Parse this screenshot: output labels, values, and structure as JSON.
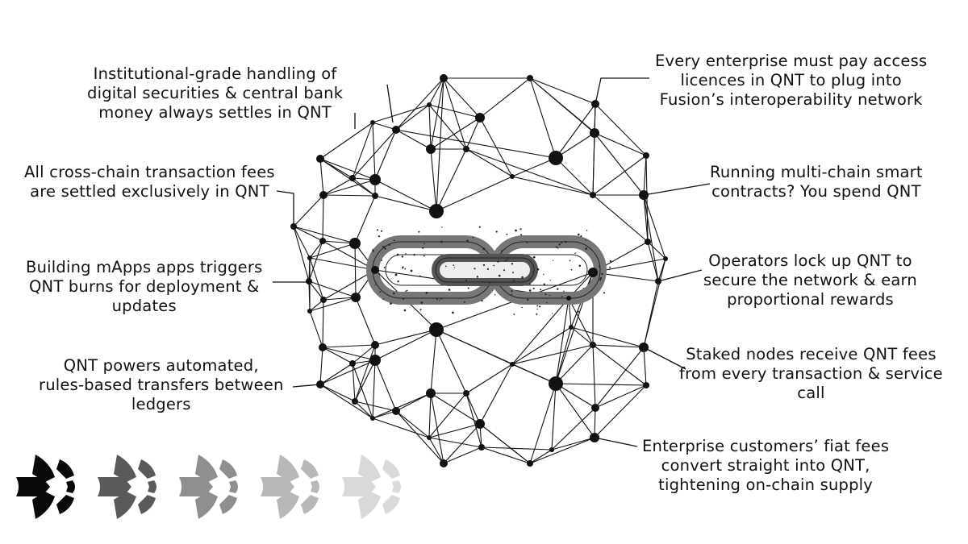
{
  "callouts": {
    "left_1": [
      "Institutional-grade handling of",
      "digital securities & central bank",
      "money always settles in QNT"
    ],
    "left_2": [
      "All cross-chain transaction fees",
      "are settled exclusively in QNT"
    ],
    "left_3": [
      "Building mApps apps triggers",
      "QNT burns for deployment &",
      "updates"
    ],
    "left_4": [
      "QNT powers automated,",
      "rules-based transfers between",
      "ledgers"
    ],
    "right_1": [
      "Every enterprise must pay access",
      "licences in QNT to plug into",
      "Fusion’s interoperability network"
    ],
    "right_2": [
      "Running multi-chain smart",
      "contracts? You spend QNT"
    ],
    "right_3": [
      "Operators lock up QNT to",
      "secure the network & earn",
      "proportional rewards"
    ],
    "right_4": [
      "Staked nodes receive QNT fees",
      "from every transaction & service",
      "call"
    ],
    "right_5": [
      "Enterprise customers’ fiat fees",
      "convert straight into QNT,",
      "tightening on-chain supply"
    ]
  },
  "logo_shades": [
    "#0a0a0a",
    "#5a5a5a",
    "#8f8f8f",
    "#b8b8b8",
    "#d9d9d9"
  ],
  "colors": {
    "ink": "#111111",
    "background": "#ffffff"
  }
}
